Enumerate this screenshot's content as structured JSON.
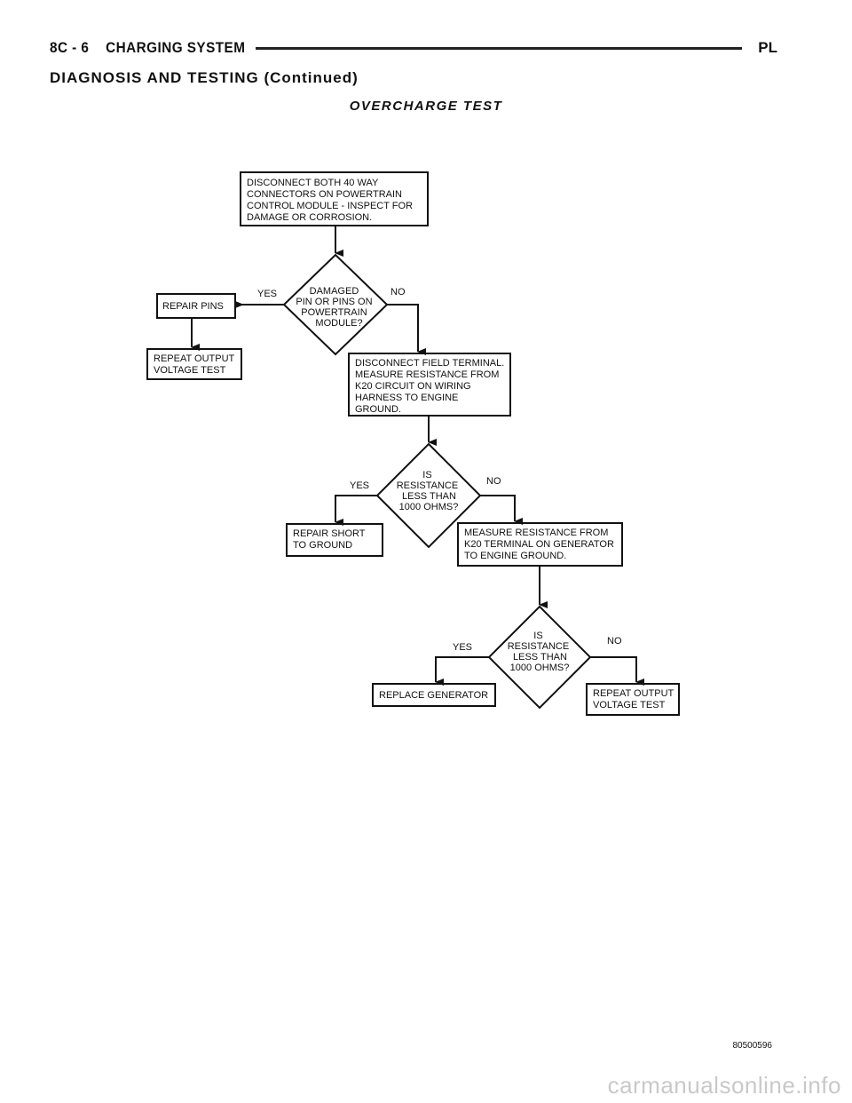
{
  "header": {
    "section": "8C - 6",
    "title": "CHARGING SYSTEM",
    "model": "PL"
  },
  "subheading": "DIAGNOSIS AND TESTING (Continued)",
  "diagram": {
    "title": "OVERCHARGE TEST",
    "boxes": {
      "disconnect_connectors": [
        "DISCONNECT BOTH 40 WAY",
        "CONNECTORS ON POWERTRAIN",
        "CONTROL MODULE - INSPECT FOR",
        "DAMAGE OR CORROSION."
      ],
      "repair_pins": [
        "REPAIR PINS"
      ],
      "repeat_output_1": [
        "REPEAT OUTPUT",
        "VOLTAGE TEST"
      ],
      "disconnect_field": [
        "DISCONNECT FIELD TERMINAL.",
        "MEASURE RESISTANCE FROM",
        "K20 CIRCUIT ON WIRING",
        "HARNESS TO ENGINE",
        "GROUND."
      ],
      "repair_short": [
        "REPAIR SHORT",
        "TO GROUND"
      ],
      "measure_resistance": [
        "MEASURE RESISTANCE FROM",
        "K20 TERMINAL ON GENERATOR",
        "TO ENGINE GROUND."
      ],
      "replace_generator": [
        "REPLACE GENERATOR"
      ],
      "repeat_output_2": [
        "REPEAT OUTPUT",
        "VOLTAGE TEST"
      ]
    },
    "decisions": {
      "damaged_pins": [
        "DAMAGED",
        "PIN OR PINS ON",
        "POWERTRAIN",
        "MODULE?"
      ],
      "resistance_1": [
        "IS",
        "RESISTANCE",
        "LESS THAN",
        "1000 OHMS?"
      ],
      "resistance_2": [
        "IS",
        "RESISTANCE",
        "LESS THAN",
        "1000 OHMS?"
      ]
    },
    "branch_yes": "YES",
    "branch_no": "NO"
  },
  "figure_id": "80500596",
  "watermark": "carmanualsonline.info"
}
